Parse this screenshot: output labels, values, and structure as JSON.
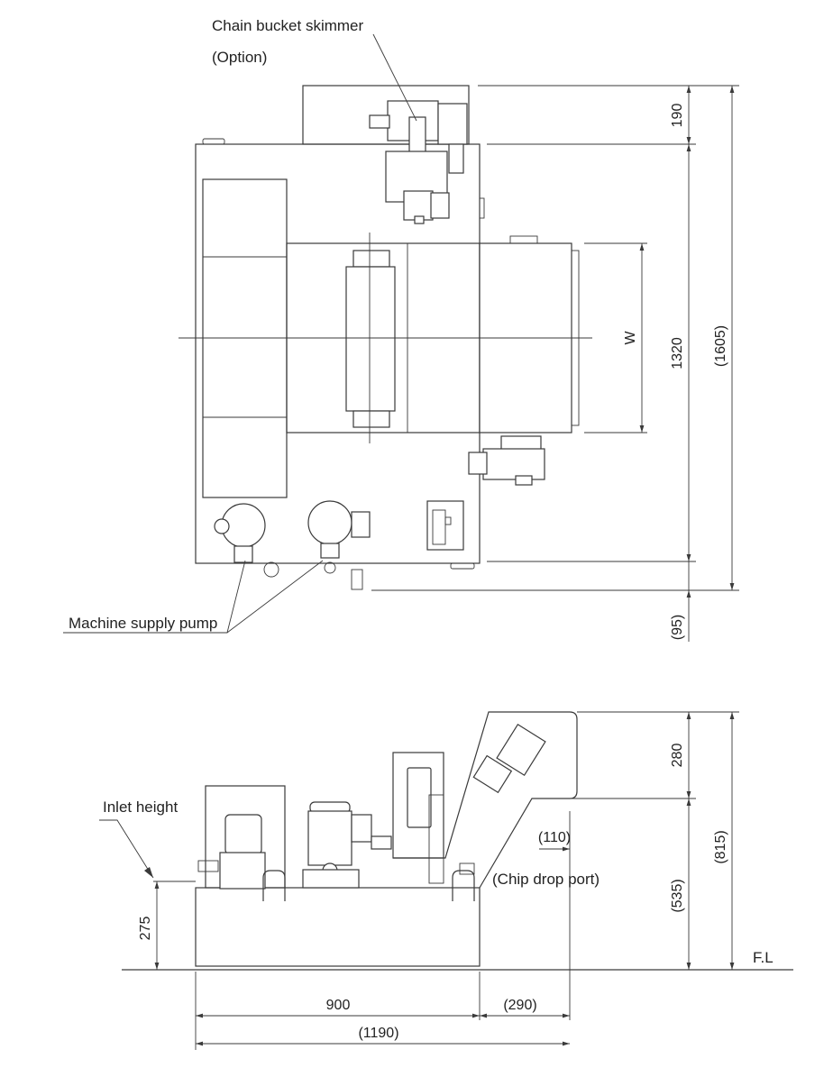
{
  "labels": {
    "skimmer": "Chain bucket skimmer",
    "skimmer_note": "(Option)",
    "pump": "Machine supply pump",
    "inlet": "Inlet height",
    "chip_drop": "(Chip drop port)",
    "floor": "F.L"
  },
  "dimensions": {
    "d190": "190",
    "d1320": "1320",
    "d1605": "(1605)",
    "d95": "(95)",
    "w": "W",
    "d280": "280",
    "d535": "(535)",
    "d815": "(815)",
    "d110": "(110)",
    "d275": "275",
    "d900": "900",
    "d290": "(290)",
    "d1190": "(1190)"
  }
}
